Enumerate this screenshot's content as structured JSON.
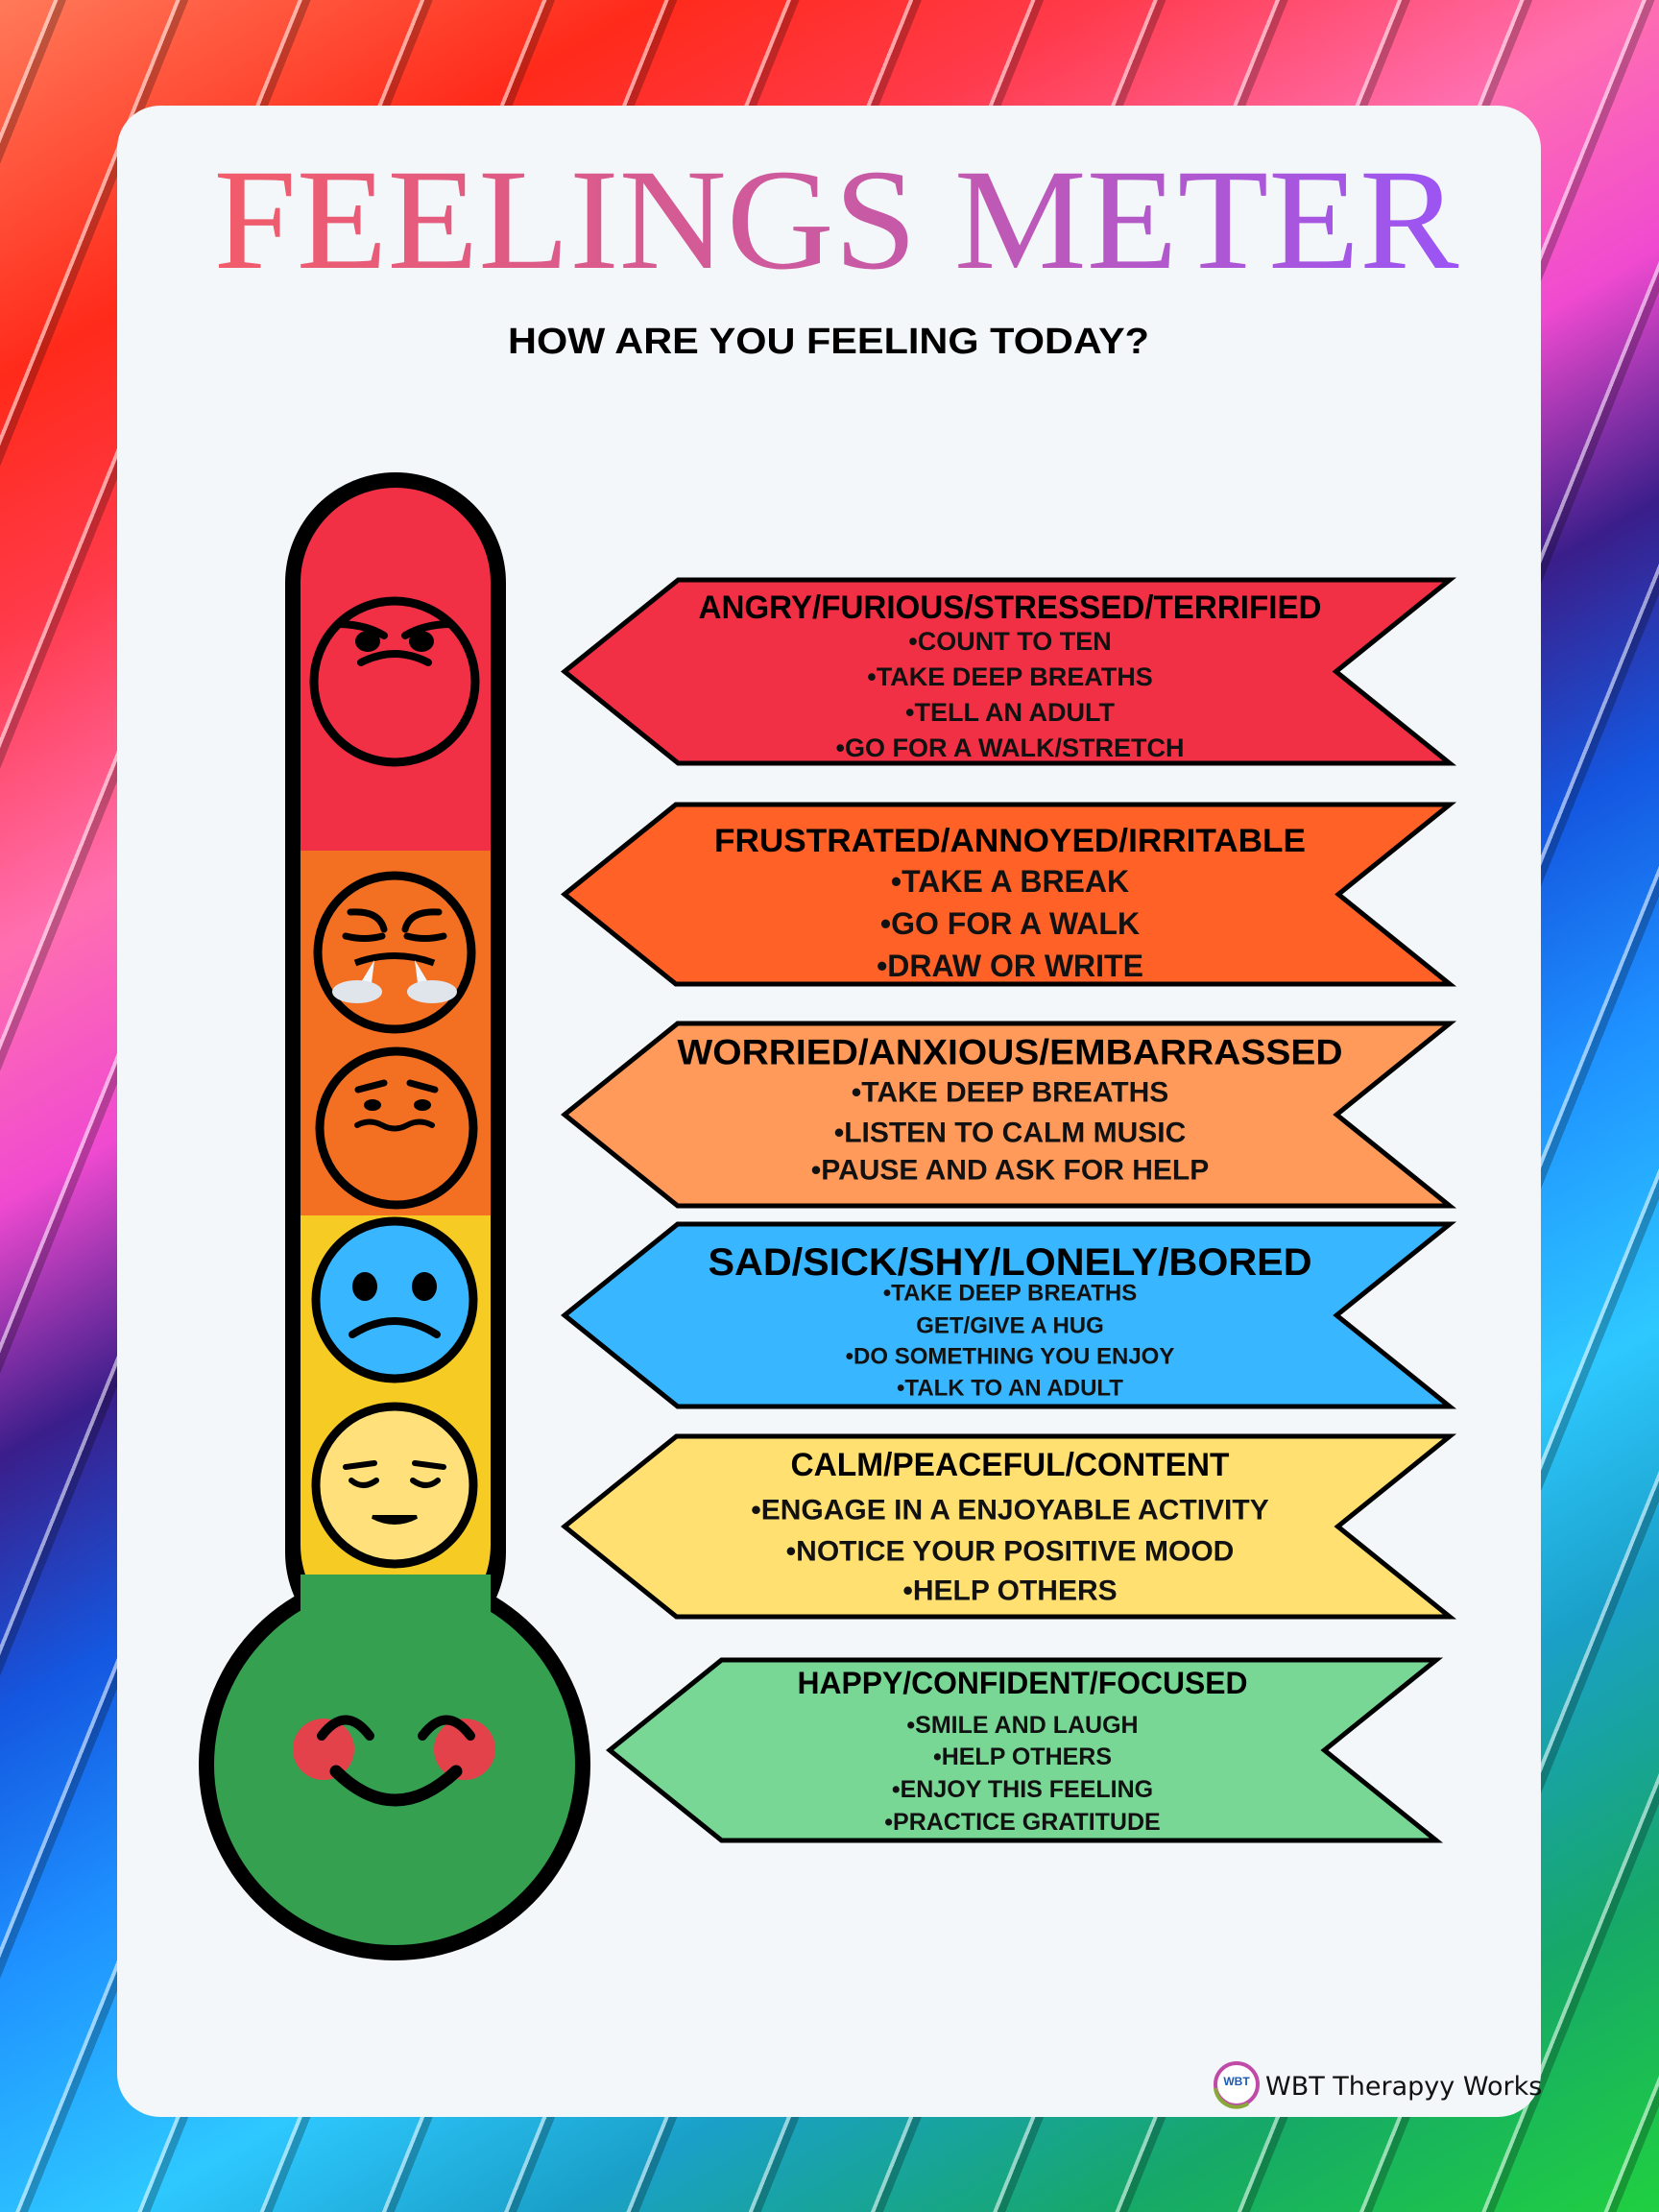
{
  "title": "FEELINGS METER",
  "subtitle": "HOW ARE YOU FEELING TODAY?",
  "colors": {
    "title_start": "#f25c6a",
    "title_end": "#9b55f5",
    "card": "#f3f7fa",
    "tube_red": "#f23045",
    "tube_orange": "#f37022",
    "tube_yellow": "#f6cc24",
    "bulb_green": "#35a150"
  },
  "thermometer_faces": [
    "angry-face-icon",
    "steaming-face-icon",
    "worried-face-icon",
    "sad-face-icon",
    "relieved-face-icon",
    "happy-blushing-face-icon"
  ],
  "zones": [
    {
      "heading": "ANGRY/FURIOUS/STRESSED/TERRIFIED",
      "color": "#f23045",
      "items": [
        "•COUNT TO TEN",
        "•TAKE DEEP BREATHS",
        "•TELL AN ADULT",
        "•GO FOR A WALK/STRETCH"
      ]
    },
    {
      "heading": "FRUSTRATED/ANNOYED/IRRITABLE",
      "color": "#ff6127",
      "items": [
        "•TAKE A BREAK",
        "•GO FOR A WALK",
        "•DRAW OR WRITE"
      ]
    },
    {
      "heading": "WORRIED/ANXIOUS/EMBARRASSED",
      "color": "#ff9a5a",
      "items": [
        "•TAKE DEEP BREATHS",
        "•LISTEN TO CALM MUSIC",
        "•PAUSE AND ASK FOR HELP"
      ]
    },
    {
      "heading": "SAD/SICK/SHY/LONELY/BORED",
      "color": "#38b6ff",
      "items": [
        "•TAKE DEEP BREATHS",
        "GET/GIVE A HUG",
        "•DO SOMETHING YOU ENJOY",
        "•TALK TO AN ADULT"
      ]
    },
    {
      "heading": "CALM/PEACEFUL/CONTENT",
      "color": "#ffe071",
      "items": [
        "•ENGAGE IN A ENJOYABLE ACTIVITY",
        "•NOTICE YOUR POSITIVE MOOD",
        "•HELP OTHERS"
      ]
    },
    {
      "heading": "HAPPY/CONFIDENT/FOCUSED",
      "color": "#78d795",
      "items": [
        "•SMILE AND LAUGH",
        "•HELP OTHERS",
        "•ENJOY THIS FEELING",
        "•PRACTICE GRATITUDE"
      ]
    }
  ],
  "footer": {
    "logo_text": "WBT",
    "brand": "WBT Therapyy Works"
  }
}
